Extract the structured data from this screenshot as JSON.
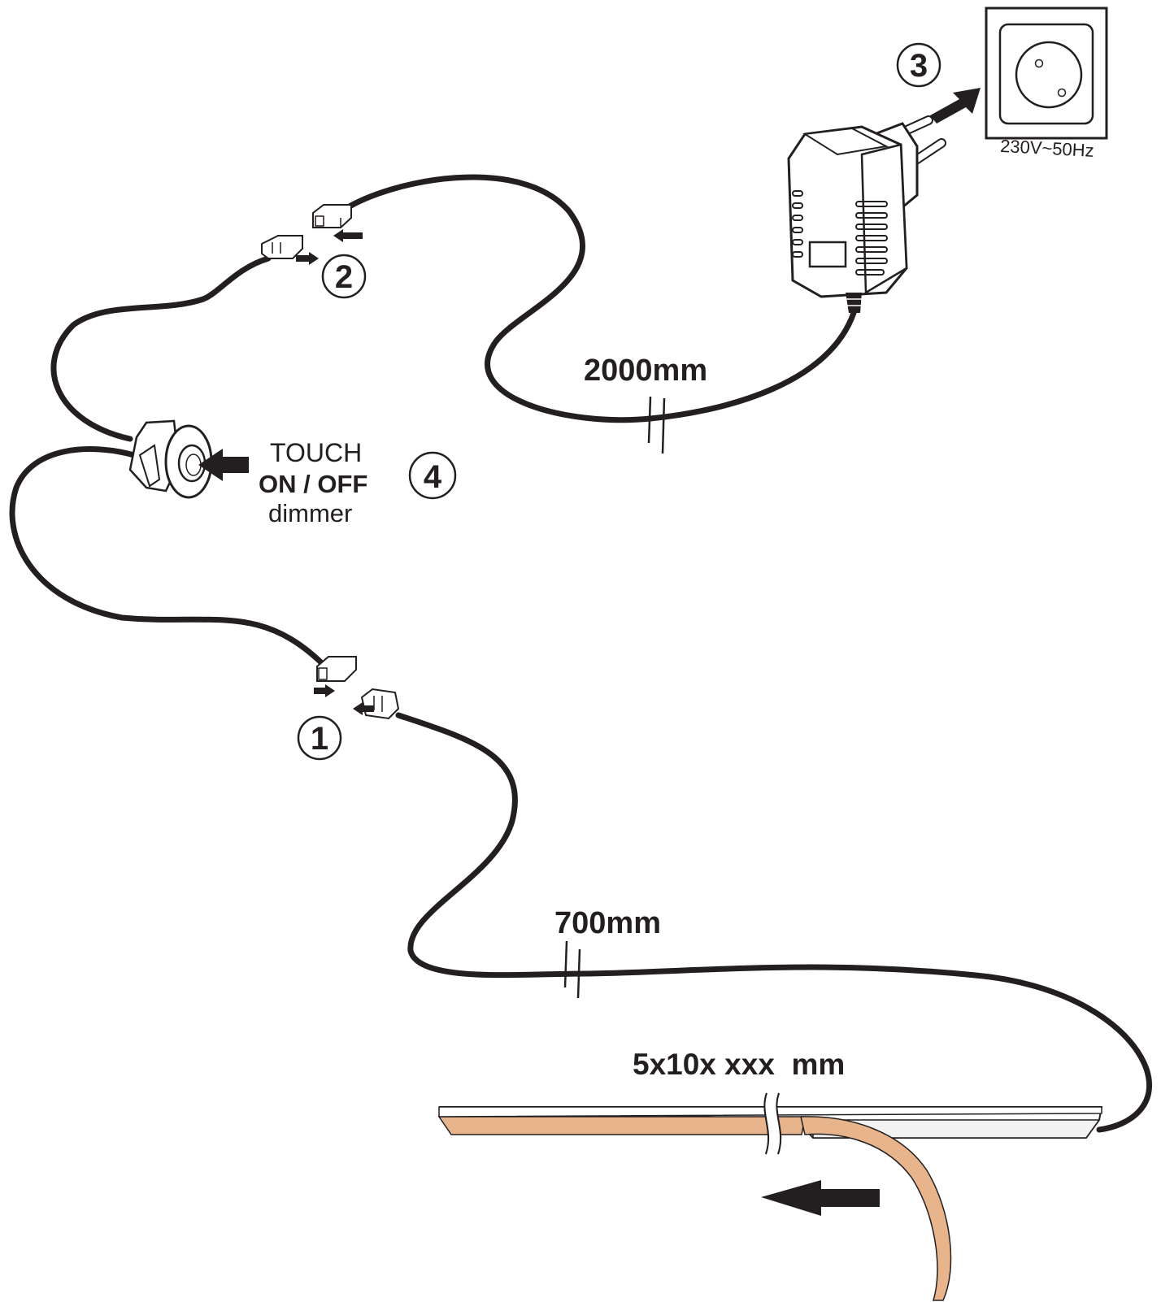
{
  "steps": [
    "1",
    "2",
    "3",
    "4"
  ],
  "socket": {
    "voltage_label": "230V~50Hz"
  },
  "cables": {
    "upper_length": "2000mm",
    "lower_length": "700mm"
  },
  "switch": {
    "line1": "TOUCH",
    "line2": "ON / OFF",
    "line3": "dimmer"
  },
  "led_strip": {
    "dimension_label": "5x10x xxx  mm"
  },
  "colors": {
    "ink": "#231f20",
    "tape_backing": "#e8b48c",
    "profile_fill": "#f2f2f2"
  }
}
